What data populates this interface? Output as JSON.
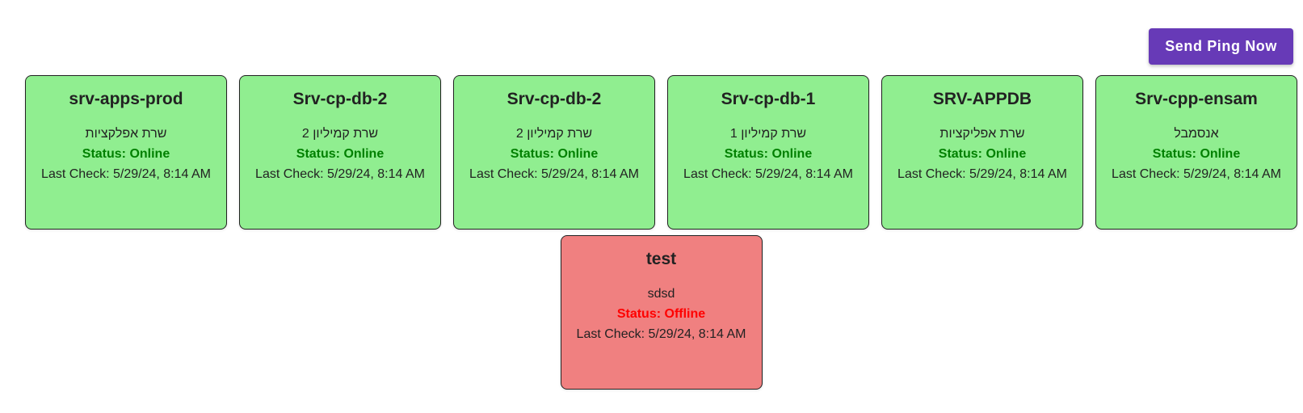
{
  "toolbar": {
    "send_ping_label": "Send Ping Now",
    "button_color": "#673ab7"
  },
  "colors": {
    "online_bg": "#90ee90",
    "offline_bg": "#f08080",
    "online_text": "#008000",
    "offline_text": "#ff0000"
  },
  "servers": [
    {
      "name": "srv-apps-prod",
      "description": "שרת אפלקציות",
      "status": "Status: Online",
      "state": "online",
      "last_check": "Last Check: 5/29/24, 8:14 AM"
    },
    {
      "name": "Srv-cp-db-2",
      "description": "שרת קמיליון 2",
      "status": "Status: Online",
      "state": "online",
      "last_check": "Last Check: 5/29/24, 8:14 AM"
    },
    {
      "name": "Srv-cp-db-2",
      "description": "שרת קמיליון 2",
      "status": "Status: Online",
      "state": "online",
      "last_check": "Last Check: 5/29/24, 8:14 AM"
    },
    {
      "name": "Srv-cp-db-1",
      "description": "שרת קמיליון 1",
      "status": "Status: Online",
      "state": "online",
      "last_check": "Last Check: 5/29/24, 8:14 AM"
    },
    {
      "name": "SRV-APPDB",
      "description": "שרת אפליקציות",
      "status": "Status: Online",
      "state": "online",
      "last_check": "Last Check: 5/29/24, 8:14 AM"
    },
    {
      "name": "Srv-cpp-ensam",
      "description": "אנסמבל",
      "status": "Status: Online",
      "state": "online",
      "last_check": "Last Check: 5/29/24, 8:14 AM"
    },
    {
      "name": "test",
      "description": "sdsd",
      "status": "Status: Offline",
      "state": "offline",
      "last_check": "Last Check: 5/29/24, 8:14 AM"
    }
  ]
}
